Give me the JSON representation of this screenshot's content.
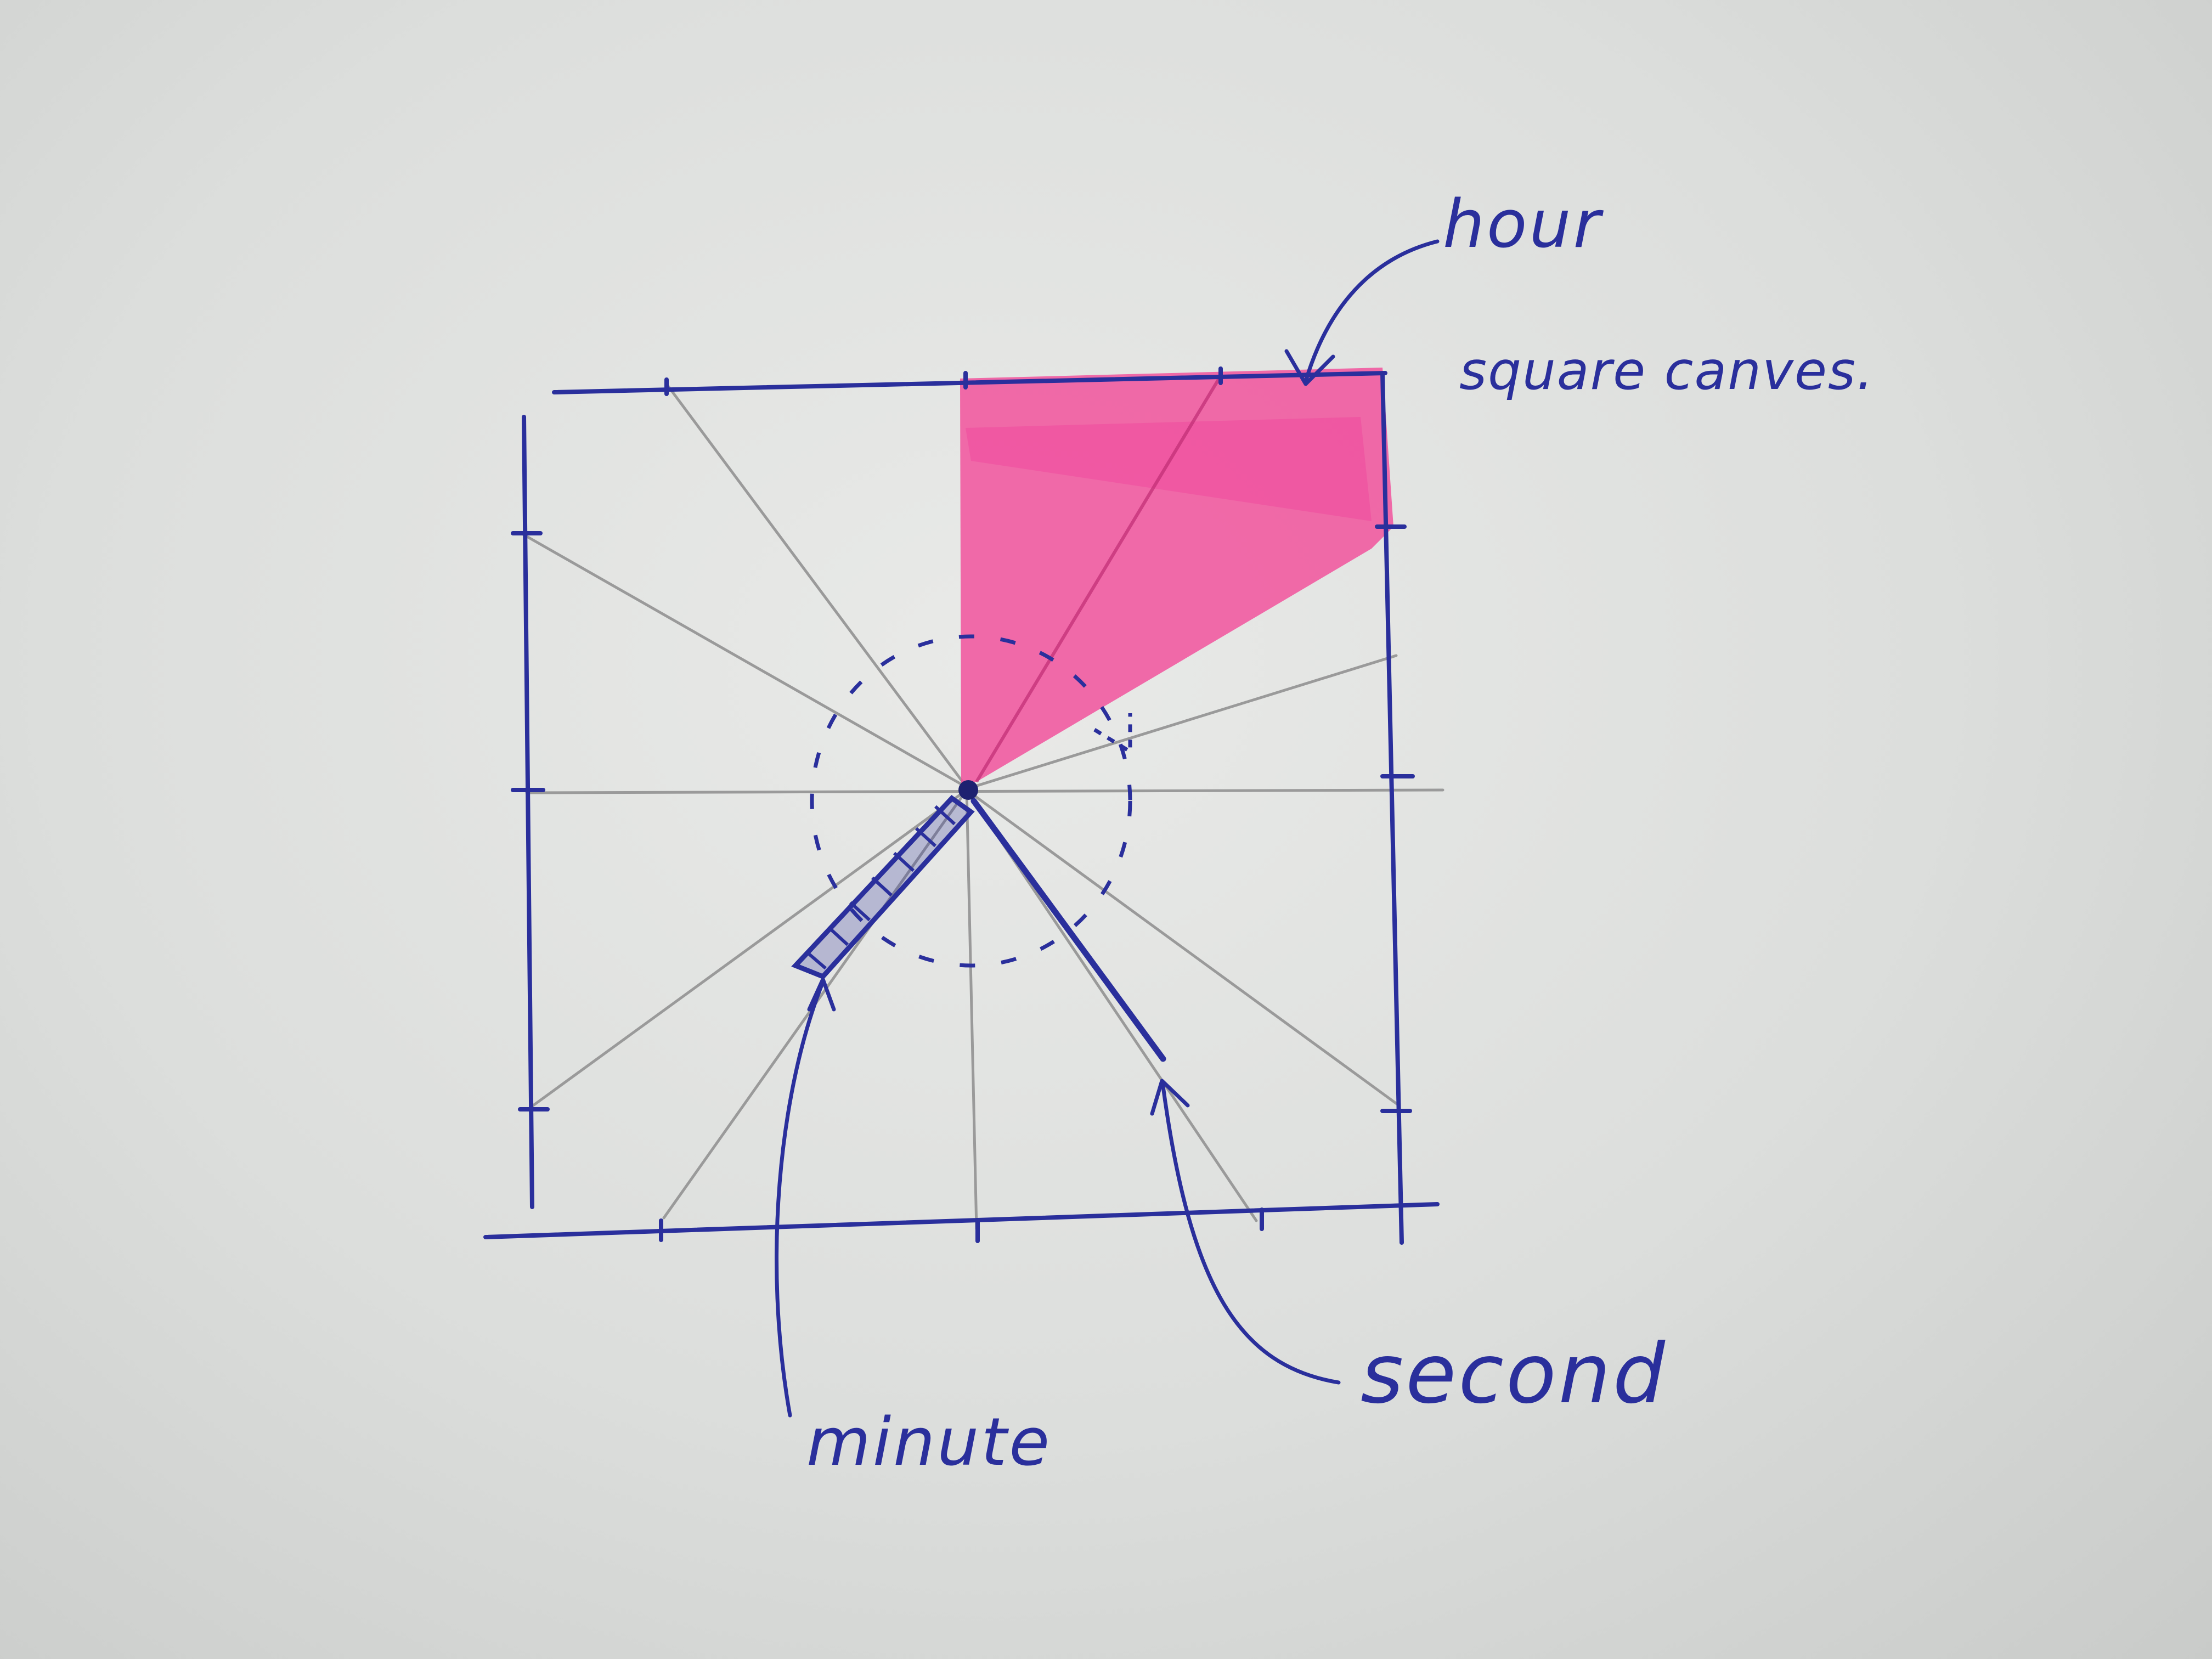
{
  "labels": {
    "hour": "hour",
    "square_canvas": "square canves.",
    "second": "second",
    "minute": "minute"
  },
  "colors": {
    "ink": "#2a2f9c",
    "highlight": "#f24d9a",
    "pencil": "#9a9a9a",
    "paper": "#dfe0de"
  }
}
